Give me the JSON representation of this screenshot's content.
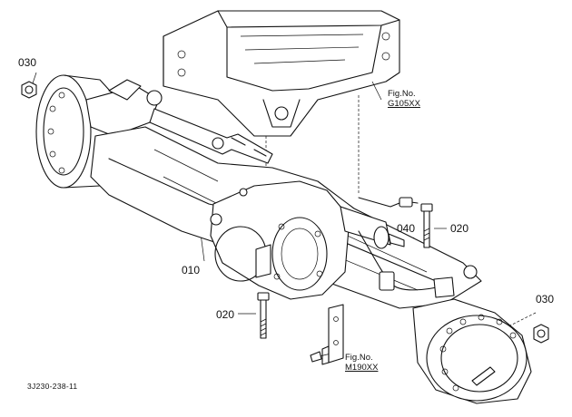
{
  "callouts": {
    "nut_left": "030",
    "nut_right": "030",
    "axle_assembly": "010",
    "bolt_lower": "020",
    "bolt_upper": "020",
    "sensor": "040"
  },
  "references": {
    "top": {
      "prefix": "Fig.No.",
      "code": "G105XX"
    },
    "bottom": {
      "prefix": "Fig.No.",
      "code": "M190XX"
    }
  },
  "drawing_code": "3J230-238-11"
}
